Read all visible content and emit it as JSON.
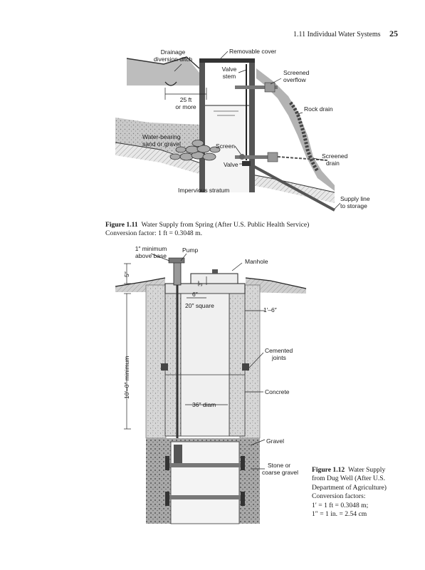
{
  "header": {
    "running_title": "1.11  Individual Water Systems",
    "page_number": "25"
  },
  "figure1": {
    "labels": {
      "drainage": "Drainage",
      "diversion_ditch": "diversion ditch",
      "removable_cover": "Removable cover",
      "valve_stem_1": "Valve",
      "valve_stem_2": "stem",
      "screened_overflow_1": "Screened",
      "screened_overflow_2": "overflow",
      "distance_1": "25 ft",
      "distance_2": "or more",
      "rock_drain": "Rock drain",
      "water_bearing_1": "Water-bearing",
      "water_bearing_2": "sand or gravel",
      "screen": "Screen",
      "valve": "Valve",
      "screened_drain_1": "Screened",
      "screened_drain_2": "drain",
      "impervious": "Impervious stratum",
      "supply_line_1": "Supply line",
      "supply_line_2": "to storage"
    },
    "caption_label": "Figure 1.11",
    "caption_title": "Water Supply from Spring (After U.S. Public Health Service)",
    "caption_conversion": "Conversion factor: 1 ft = 0.3048 m."
  },
  "figure2": {
    "labels": {
      "minimum_1": "1″ minimum",
      "minimum_2": "above base",
      "pump": "Pump",
      "manhole": "Manhole",
      "dim_5": "5″",
      "dim_3": "3″",
      "dim_6": "6″",
      "square": "20″ square",
      "dim_1_6": "1′–6″",
      "depth": "10′–0″ minimum",
      "cemented_1": "Cemented",
      "cemented_2": "joints",
      "concrete": "Concrete",
      "diam": "36″ diam",
      "gravel": "Gravel",
      "stone_1": "Stone or",
      "stone_2": "coarse gravel"
    },
    "caption_label": "Figure 1.12",
    "caption_line1": "Water Supply",
    "caption_line2": "from Dug Well (After U.S.",
    "caption_line3": "Department of Agriculture)",
    "caption_line4": "Conversion factors:",
    "caption_line5": "1′ = 1 ft = 0.3048 m;",
    "caption_line6": "1″ = 1 in. = 2.54 cm"
  }
}
